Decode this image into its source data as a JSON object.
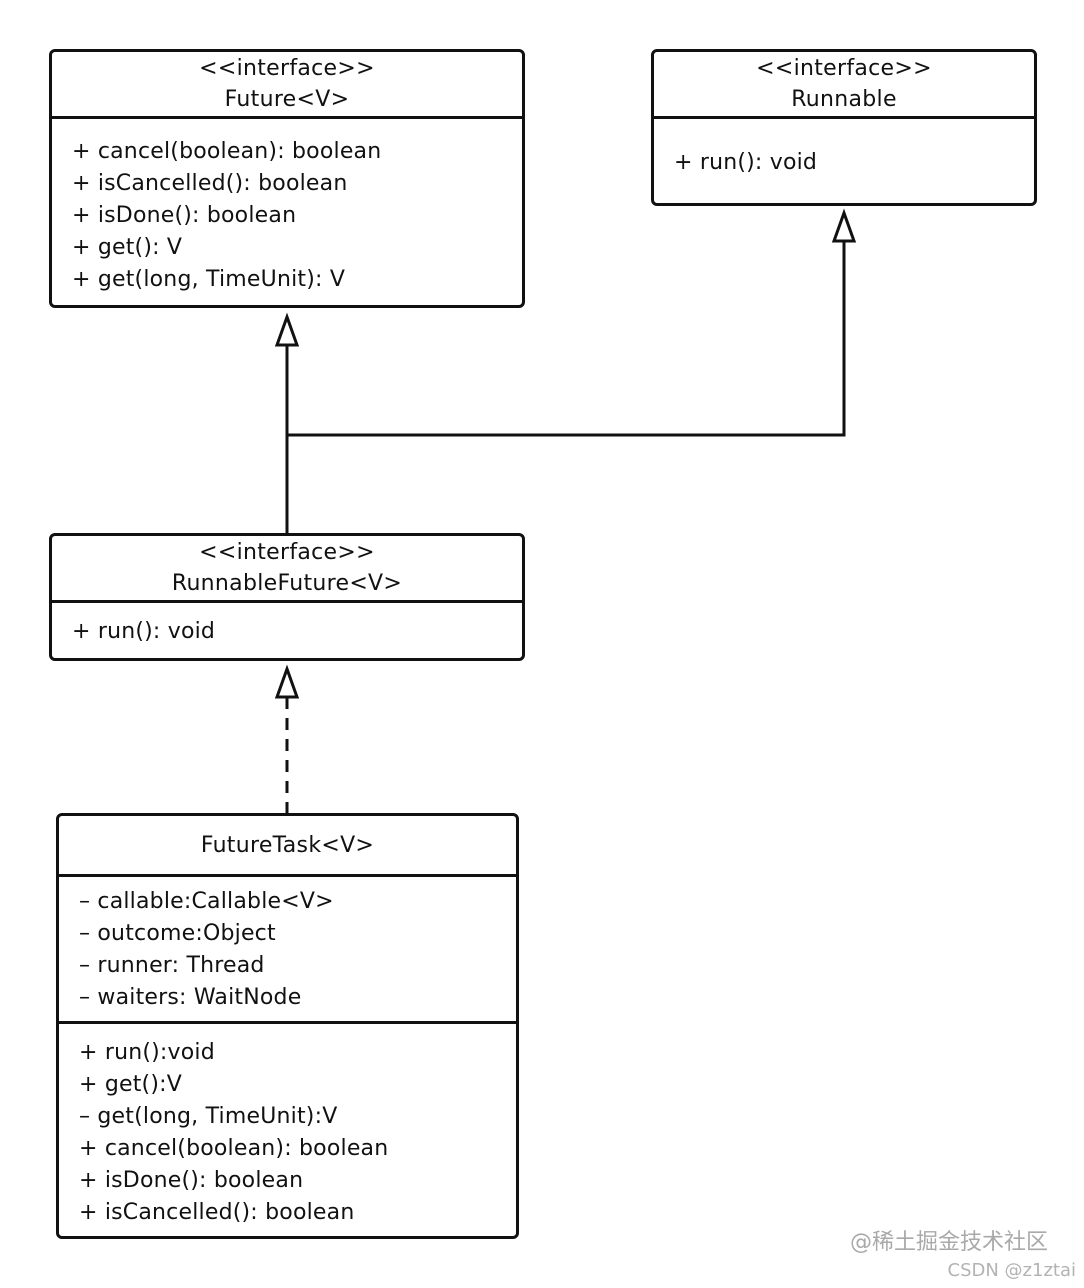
{
  "future": {
    "stereotype": "<<interface>>",
    "name": "Future<V>",
    "methods": [
      "+ cancel(boolean): boolean",
      "+ isCancelled(): boolean",
      "+ isDone(): boolean",
      "+ get(): V",
      "+ get(long, TimeUnit): V"
    ]
  },
  "runnable": {
    "stereotype": "<<interface>>",
    "name": "Runnable",
    "methods": [
      "+ run(): void"
    ]
  },
  "runnable_future": {
    "stereotype": "<<interface>>",
    "name": "RunnableFuture<V>",
    "methods": [
      "+ run(): void"
    ]
  },
  "future_task": {
    "name": "FutureTask<V>",
    "fields": [
      "– callable:Callable<V>",
      "– outcome:Object",
      "– runner: Thread",
      "– waiters: WaitNode"
    ],
    "methods": [
      "+ run():void",
      "+ get():V",
      "– get(long, TimeUnit):V",
      "+ cancel(boolean): boolean",
      "+ isDone(): boolean",
      "+ isCancelled(): boolean"
    ]
  },
  "watermark": {
    "text": "@稀土掘金技术社区",
    "credit": "CSDN @z1ztai"
  },
  "colors": {
    "line": "#111111",
    "background": "#ffffff",
    "watermark": "#a9a9a9"
  }
}
